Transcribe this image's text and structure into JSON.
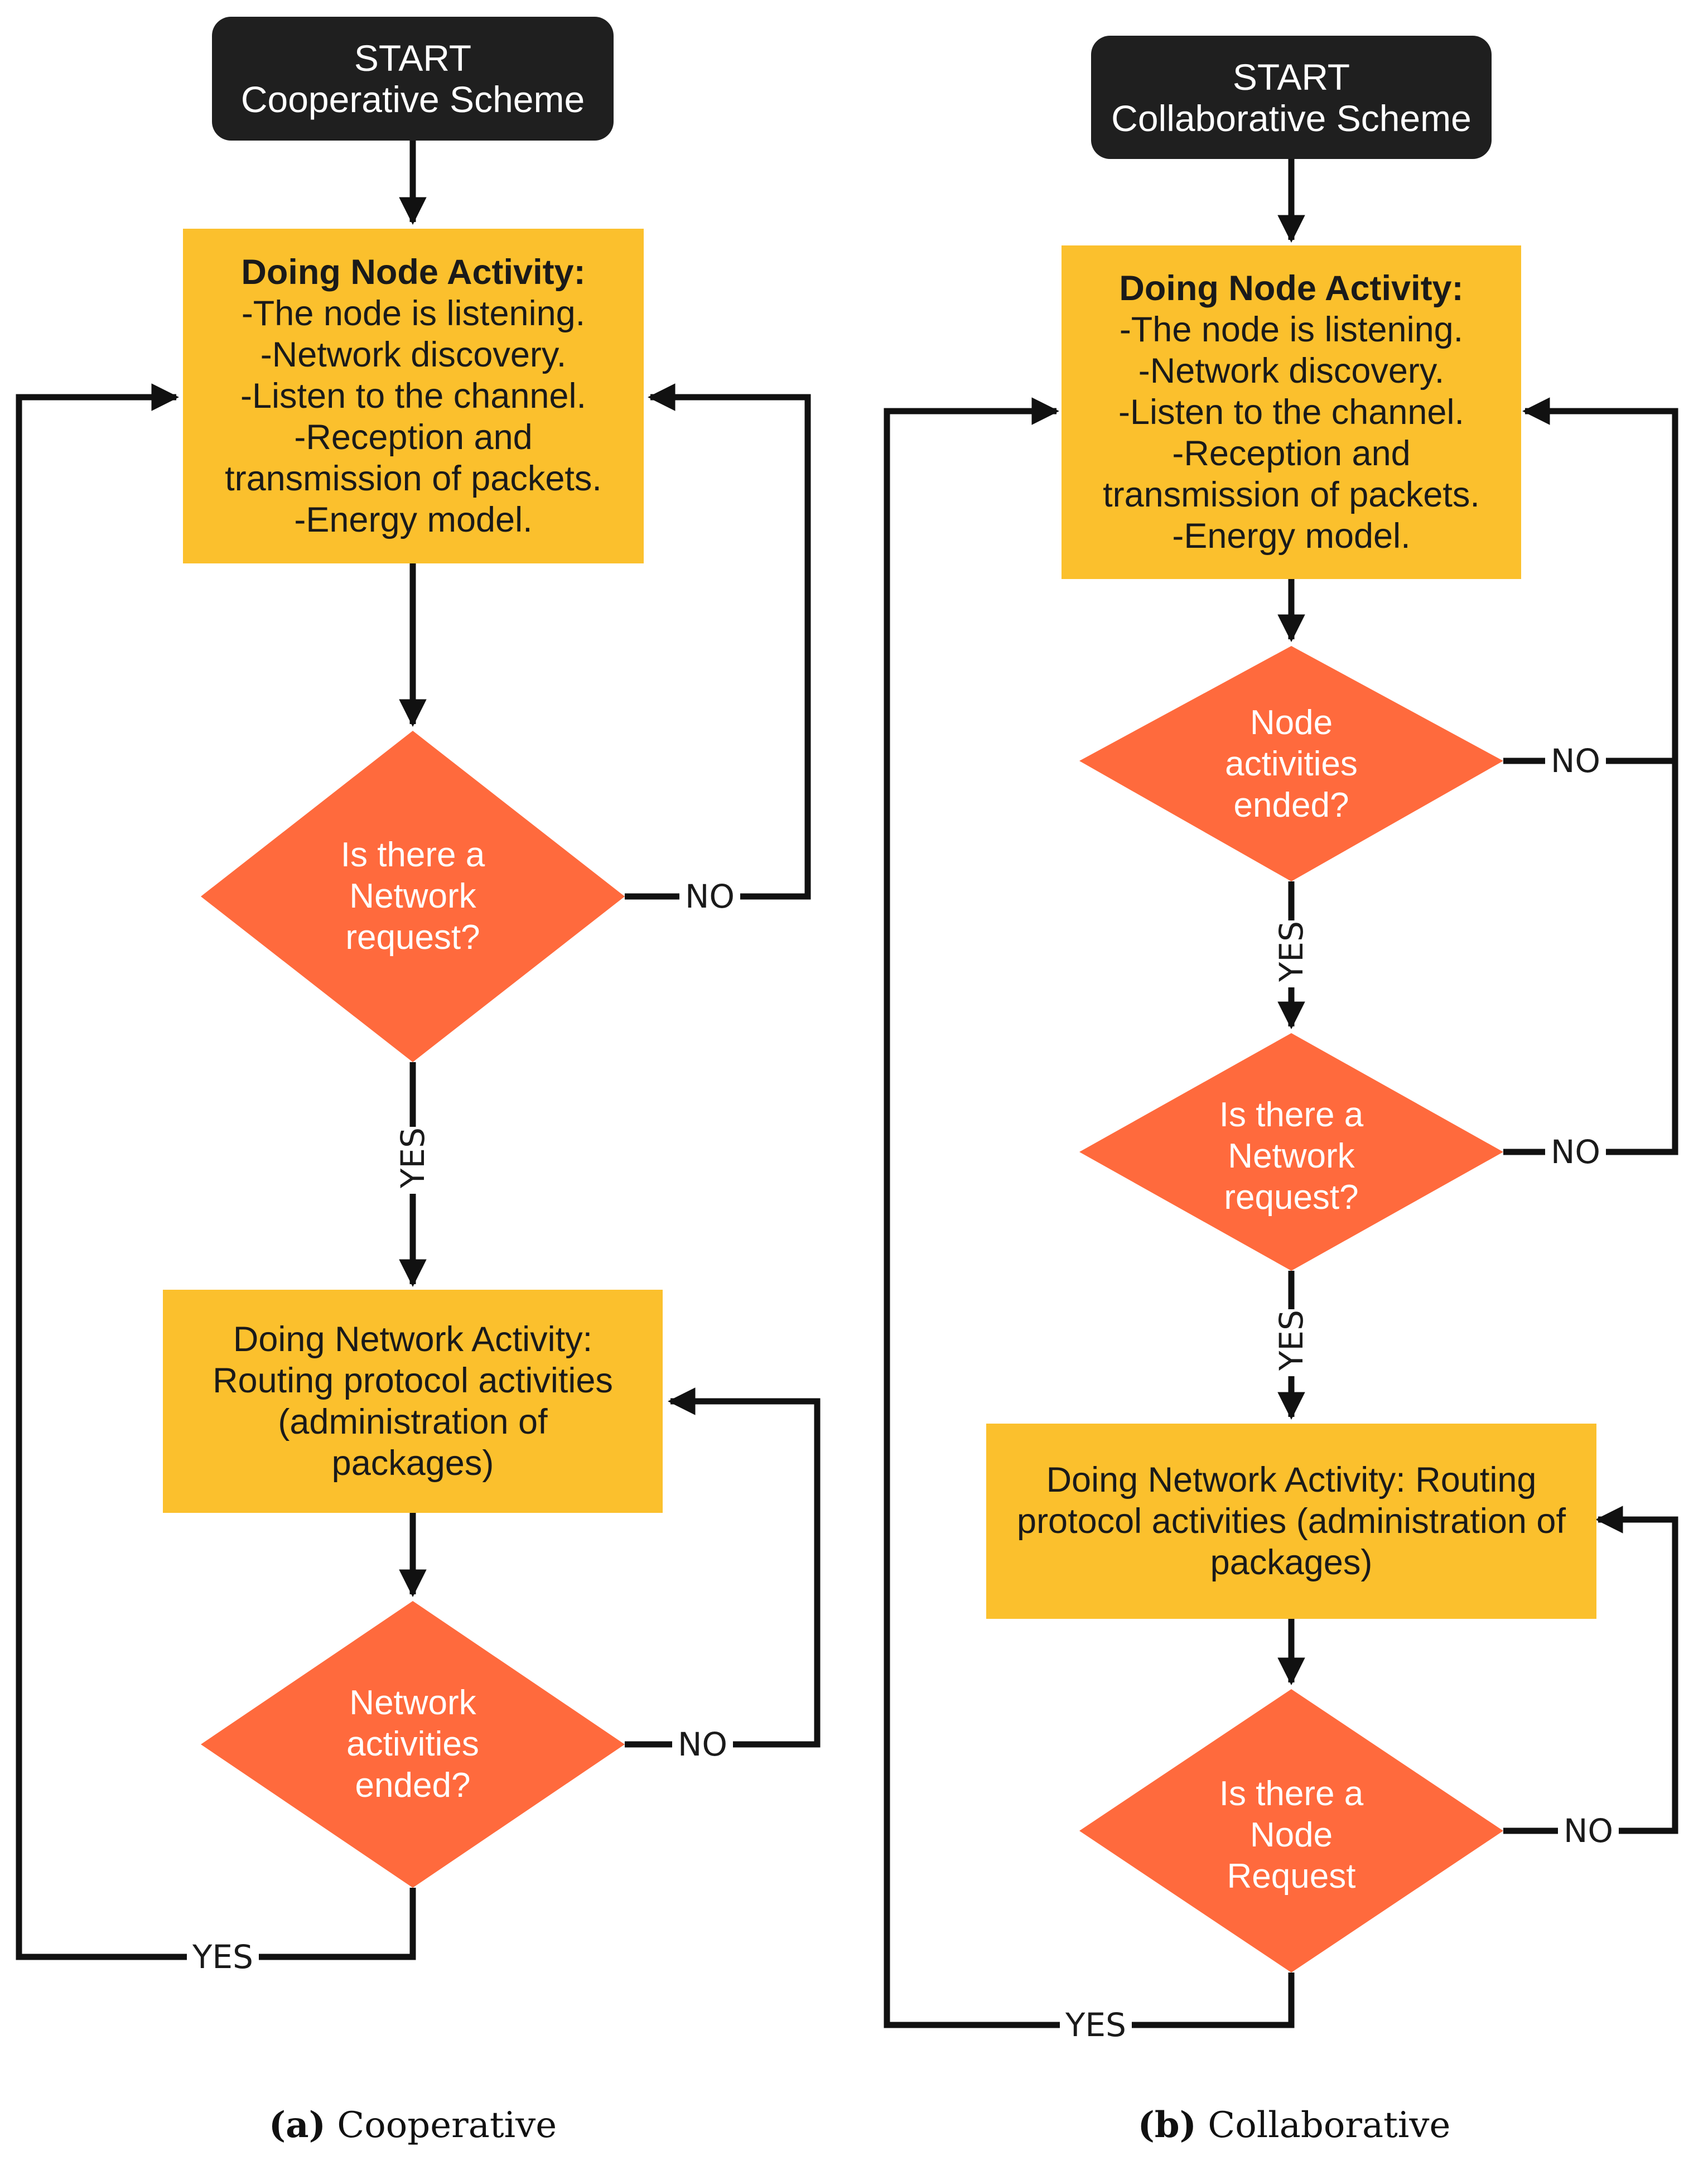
{
  "colors": {
    "start_fill": "#1f1f1f",
    "activity_fill": "#fbc02d",
    "decision_fill": "#ff6a3d",
    "line": "#111111"
  },
  "panel_a": {
    "start_lines": [
      "START",
      "Cooperative Scheme"
    ],
    "node_activity": {
      "heading": "Doing Node Activity:",
      "lines": [
        "-The node is listening.",
        "-Network discovery.",
        "-Listen to the channel.",
        "-Reception and",
        "transmission of packets.",
        "-Energy model."
      ]
    },
    "decision_network_request": [
      "Is there a",
      "Network",
      "request?"
    ],
    "network_activity_lines": [
      "Doing Network Activity:",
      "Routing protocol activities",
      "(administration of",
      "packages)"
    ],
    "decision_network_ended": [
      "Network",
      "activities",
      "ended?"
    ],
    "no_label": "NO",
    "yes_label": "YES"
  },
  "panel_b": {
    "start_lines": [
      "START",
      "Collaborative Scheme"
    ],
    "node_activity": {
      "heading": "Doing Node Activity:",
      "lines": [
        "-The node is listening.",
        "-Network discovery.",
        "-Listen to the channel.",
        "-Reception and",
        "transmission of packets.",
        "-Energy model."
      ]
    },
    "decision_node_ended": [
      "Node",
      "activities",
      "ended?"
    ],
    "decision_network_request": [
      "Is there a",
      "Network",
      "request?"
    ],
    "network_activity_lines": [
      "Doing Network Activity: Routing",
      "protocol activities (administration of",
      "packages)"
    ],
    "decision_node_request": [
      "Is there a",
      "Node",
      "Request"
    ],
    "no_label": "NO",
    "yes_label": "YES"
  },
  "captions": {
    "a_letter": "(a)",
    "a_text": "Cooperative",
    "b_letter": "(b)",
    "b_text": "Collaborative"
  }
}
